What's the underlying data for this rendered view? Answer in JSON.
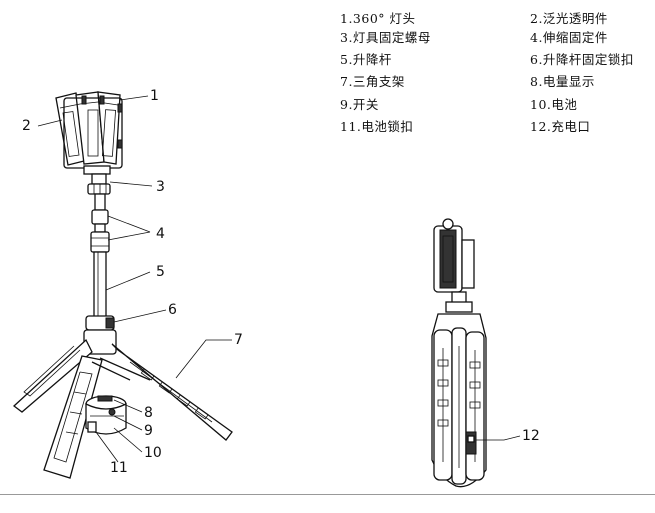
{
  "legend": [
    {
      "id": "1",
      "text": "1.360° 灯头"
    },
    {
      "id": "2",
      "text": "2.泛光透明件"
    },
    {
      "id": "3",
      "text": "3.灯具固定螺母"
    },
    {
      "id": "4",
      "text": "4.伸缩固定件"
    },
    {
      "id": "5",
      "text": "5.升降杆"
    },
    {
      "id": "6",
      "text": "6.升降杆固定锁扣"
    },
    {
      "id": "7",
      "text": "7.三角支架"
    },
    {
      "id": "8",
      "text": "8.电量显示"
    },
    {
      "id": "9",
      "text": "9.开关"
    },
    {
      "id": "10",
      "text": "10.电池"
    },
    {
      "id": "11",
      "text": "11.电池锁扣"
    },
    {
      "id": "12",
      "text": "12.充电口"
    }
  ],
  "callouts": {
    "c1": "1",
    "c2": "2",
    "c3": "3",
    "c4": "4",
    "c5": "5",
    "c6": "6",
    "c7": "7",
    "c8": "8",
    "c9": "9",
    "c10": "10",
    "c11": "11",
    "c12": "12"
  }
}
